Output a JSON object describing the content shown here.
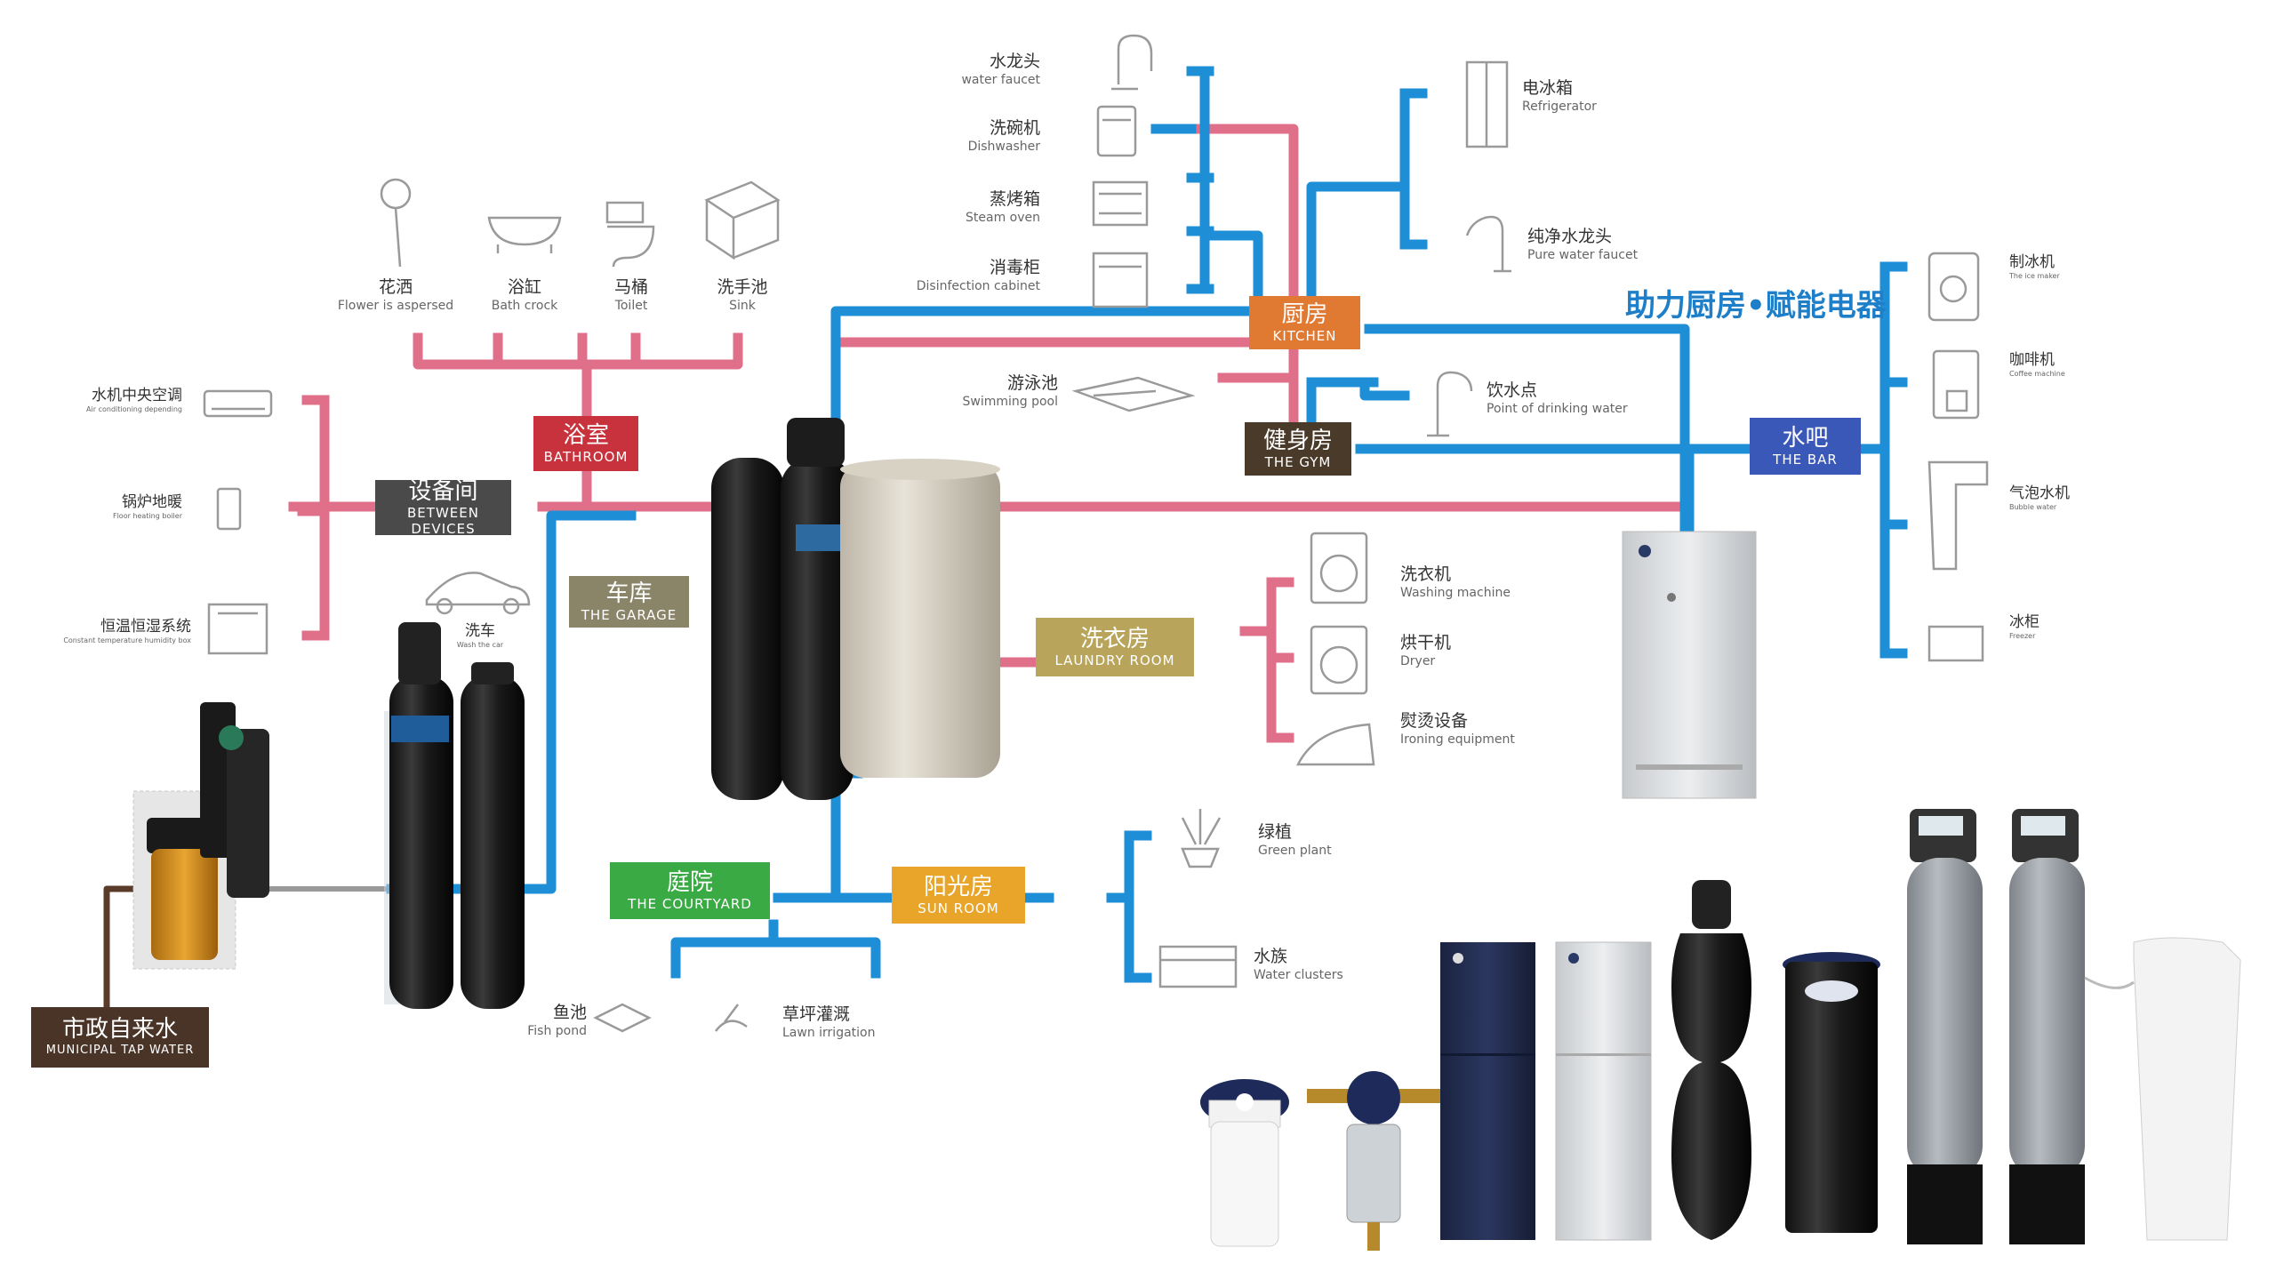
{
  "slogan": "助力厨房•赋能电器",
  "colors": {
    "blue": "#1e8fd6",
    "pink": "#e0708a",
    "brown": "#5a3a28"
  },
  "nodes": {
    "kitchen": {
      "cn": "厨房",
      "en": "KITCHEN",
      "color": "#e07a32"
    },
    "gym": {
      "cn": "健身房",
      "en": "THE GYM",
      "color": "#4a3a2a"
    },
    "bathroom": {
      "cn": "浴室",
      "en": "BATHROOM",
      "color": "#c8323c"
    },
    "devices": {
      "cn": "设备间",
      "en": "BETWEEN DEVICES",
      "color": "#4a4a4a"
    },
    "garage": {
      "cn": "车库",
      "en": "THE GARAGE",
      "color": "#8a8468"
    },
    "laundry": {
      "cn": "洗衣房",
      "en": "LAUNDRY ROOM",
      "color": "#b8a45a"
    },
    "bar": {
      "cn": "水吧",
      "en": "THE BAR",
      "color": "#3a58b8"
    },
    "courtyard": {
      "cn": "庭院",
      "en": "THE COURTYARD",
      "color": "#3aaa44"
    },
    "sunroom": {
      "cn": "阳光房",
      "en": "SUN ROOM",
      "color": "#e8a52a"
    },
    "municipal": {
      "cn": "市政自来水",
      "en": "MUNICIPAL TAP WATER",
      "color": "#4a3428"
    }
  },
  "labels": {
    "faucet": {
      "cn": "水龙头",
      "en": "water faucet"
    },
    "dishwasher": {
      "cn": "洗碗机",
      "en": "Dishwasher"
    },
    "steam_oven": {
      "cn": "蒸烤箱",
      "en": "Steam oven"
    },
    "disinfection": {
      "cn": "消毒柜",
      "en": "Disinfection cabinet"
    },
    "refrigerator": {
      "cn": "电冰箱",
      "en": "Refrigerator"
    },
    "pure_faucet": {
      "cn": "纯净水龙头",
      "en": "Pure water faucet"
    },
    "shower": {
      "cn": "花洒",
      "en": "Flower is aspersed"
    },
    "bathtub": {
      "cn": "浴缸",
      "en": "Bath crock"
    },
    "toilet": {
      "cn": "马桶",
      "en": "Toilet"
    },
    "sink": {
      "cn": "洗手池",
      "en": "Sink"
    },
    "pool": {
      "cn": "游泳池",
      "en": "Swimming pool"
    },
    "drinking": {
      "cn": "饮水点",
      "en": "Point of drinking water"
    },
    "ac": {
      "cn": "水机中央空调",
      "en": "Air conditioning depending"
    },
    "boiler": {
      "cn": "锅炉地暖",
      "en": "Floor heating boiler"
    },
    "humidity": {
      "cn": "恒温恒湿系统",
      "en": "Constant temperature humidity box"
    },
    "car_wash": {
      "cn": "洗车",
      "en": "Wash the car"
    },
    "washing": {
      "cn": "洗衣机",
      "en": "Washing machine"
    },
    "dryer": {
      "cn": "烘干机",
      "en": "Dryer"
    },
    "ironing": {
      "cn": "熨烫设备",
      "en": "Ironing equipment"
    },
    "ice_maker": {
      "cn": "制冰机",
      "en": "The ice maker"
    },
    "coffee": {
      "cn": "咖啡机",
      "en": "Coffee machine"
    },
    "bubble": {
      "cn": "气泡水机",
      "en": "Bubble water"
    },
    "freezer": {
      "cn": "冰柜",
      "en": "Freezer"
    },
    "plant": {
      "cn": "绿植",
      "en": "Green plant"
    },
    "aquarium": {
      "cn": "水族",
      "en": "Water clusters"
    },
    "fish_pond": {
      "cn": "鱼池",
      "en": "Fish pond"
    },
    "lawn": {
      "cn": "草坪灌溉",
      "en": "Lawn irrigation"
    }
  }
}
